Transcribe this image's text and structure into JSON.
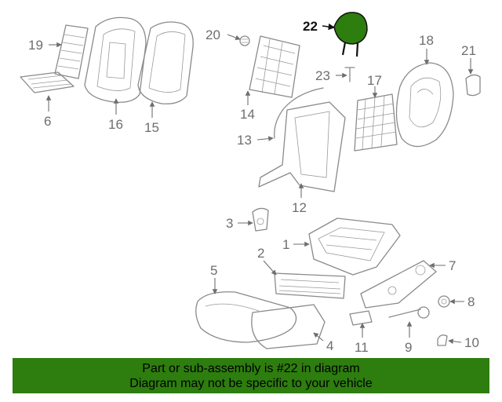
{
  "callouts": {
    "c1": "1",
    "c2": "2",
    "c3": "3",
    "c4": "4",
    "c5": "5",
    "c6": "6",
    "c7": "7",
    "c8": "8",
    "c9": "9",
    "c10": "10",
    "c11": "11",
    "c12": "12",
    "c13": "13",
    "c14": "14",
    "c15": "15",
    "c16": "16",
    "c17": "17",
    "c18": "18",
    "c19": "19",
    "c20": "20",
    "c21": "21",
    "c22": "22",
    "c23": "23"
  },
  "highlight": {
    "part": "22",
    "color": "#2e7d0f"
  },
  "banner": {
    "line1": "Part or sub-assembly is #22 in diagram",
    "line2": "Diagram may not be specific to your vehicle",
    "background": "#2e7d0f"
  }
}
